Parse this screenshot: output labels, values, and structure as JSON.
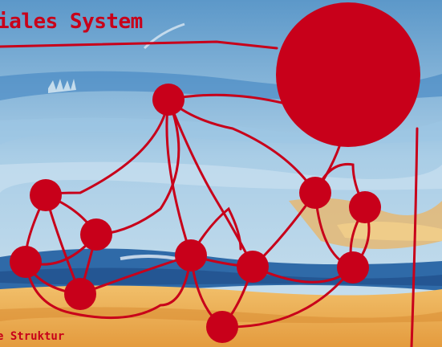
{
  "slide": {
    "title": "iales System",
    "caption": "e Struktur"
  },
  "colors": {
    "accent": "#c8001a",
    "sky": "#7fb2d8",
    "sand": "#e9a64a",
    "sea": "#2f6aa8"
  },
  "network": {
    "node_count": 12,
    "edge_count": 26
  }
}
